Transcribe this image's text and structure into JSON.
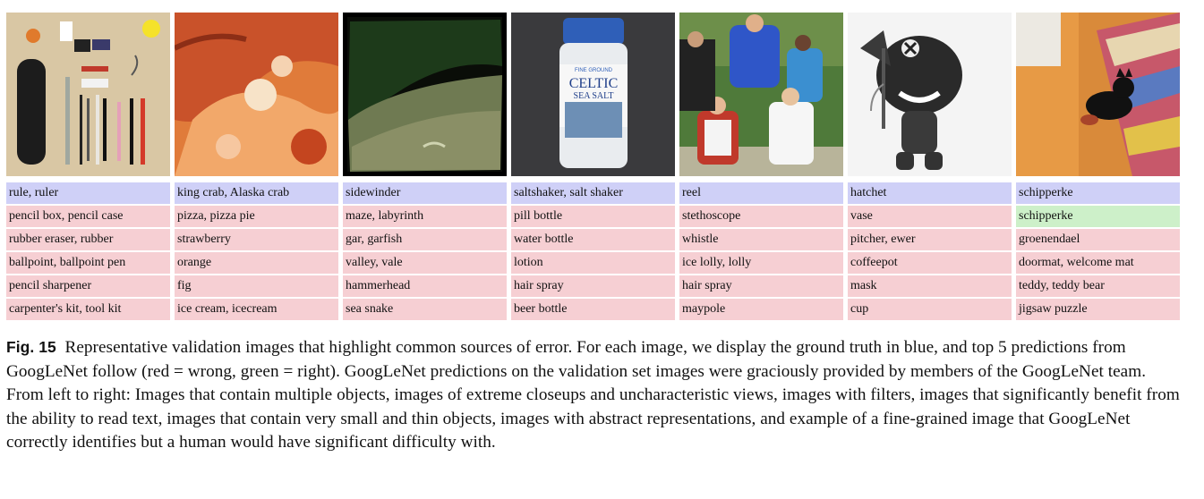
{
  "figure": {
    "columns": [
      {
        "image_name": "office-supplies-photo",
        "ground_truth": "rule, ruler",
        "predictions": [
          {
            "label": "pencil box, pencil case",
            "status": "wrong"
          },
          {
            "label": "rubber eraser, rubber",
            "status": "wrong"
          },
          {
            "label": "ballpoint, ballpoint pen",
            "status": "wrong"
          },
          {
            "label": "pencil sharpener",
            "status": "wrong"
          },
          {
            "label": "carpenter's kit, tool kit",
            "status": "wrong"
          }
        ]
      },
      {
        "image_name": "king-crab-closeup-photo",
        "ground_truth": "king crab, Alaska crab",
        "predictions": [
          {
            "label": "pizza, pizza pie",
            "status": "wrong"
          },
          {
            "label": "strawberry",
            "status": "wrong"
          },
          {
            "label": "orange",
            "status": "wrong"
          },
          {
            "label": "fig",
            "status": "wrong"
          },
          {
            "label": "ice cream, icecream",
            "status": "wrong"
          }
        ]
      },
      {
        "image_name": "sidewinder-filtered-photo",
        "ground_truth": "sidewinder",
        "predictions": [
          {
            "label": "maze, labyrinth",
            "status": "wrong"
          },
          {
            "label": "gar, garfish",
            "status": "wrong"
          },
          {
            "label": "valley, vale",
            "status": "wrong"
          },
          {
            "label": "hammerhead",
            "status": "wrong"
          },
          {
            "label": "sea snake",
            "status": "wrong"
          }
        ]
      },
      {
        "image_name": "salt-shaker-photo",
        "ground_truth": "saltshaker, salt shaker",
        "jar_texts": [
          "FINE GROUND",
          "CELTIC",
          "SEA SALT"
        ],
        "predictions": [
          {
            "label": "pill bottle",
            "status": "wrong"
          },
          {
            "label": "water bottle",
            "status": "wrong"
          },
          {
            "label": "lotion",
            "status": "wrong"
          },
          {
            "label": "hair spray",
            "status": "wrong"
          },
          {
            "label": "beer bottle",
            "status": "wrong"
          }
        ]
      },
      {
        "image_name": "people-group-photo",
        "ground_truth": "reel",
        "predictions": [
          {
            "label": "stethoscope",
            "status": "wrong"
          },
          {
            "label": "whistle",
            "status": "wrong"
          },
          {
            "label": "ice lolly, lolly",
            "status": "wrong"
          },
          {
            "label": "hair spray",
            "status": "wrong"
          },
          {
            "label": "maypole",
            "status": "wrong"
          }
        ]
      },
      {
        "image_name": "toy-figure-photo",
        "ground_truth": "hatchet",
        "predictions": [
          {
            "label": "vase",
            "status": "wrong"
          },
          {
            "label": "pitcher, ewer",
            "status": "wrong"
          },
          {
            "label": "coffeepot",
            "status": "wrong"
          },
          {
            "label": "mask",
            "status": "wrong"
          },
          {
            "label": "cup",
            "status": "wrong"
          }
        ]
      },
      {
        "image_name": "black-dog-photo",
        "ground_truth": "schipperke",
        "predictions": [
          {
            "label": "schipperke",
            "status": "right"
          },
          {
            "label": "groenendael",
            "status": "wrong"
          },
          {
            "label": "doormat, welcome mat",
            "status": "wrong"
          },
          {
            "label": "teddy, teddy bear",
            "status": "wrong"
          },
          {
            "label": "jigsaw puzzle",
            "status": "wrong"
          }
        ]
      }
    ]
  },
  "caption": {
    "label": "Fig. 15",
    "text": "Representative validation images that highlight common sources of error. For each image, we display the ground truth in blue, and top 5 predictions from GoogLeNet follow (red = wrong, green = right). GoogLeNet predictions on the validation set images were graciously provided by members of the GoogLeNet team. From left to right: Images that contain multiple objects, images of extreme closeups and uncharacteristic views, images with filters, images that significantly benefit from the ability to read text, images that contain very small and thin objects, images with abstract representations, and example of a fine-grained image that GoogLeNet correctly identifies but a human would have significant difficulty with."
  },
  "colors": {
    "ground_truth": "#cfd0f7",
    "wrong": "#f6cfd3",
    "right": "#cdf0c9"
  }
}
